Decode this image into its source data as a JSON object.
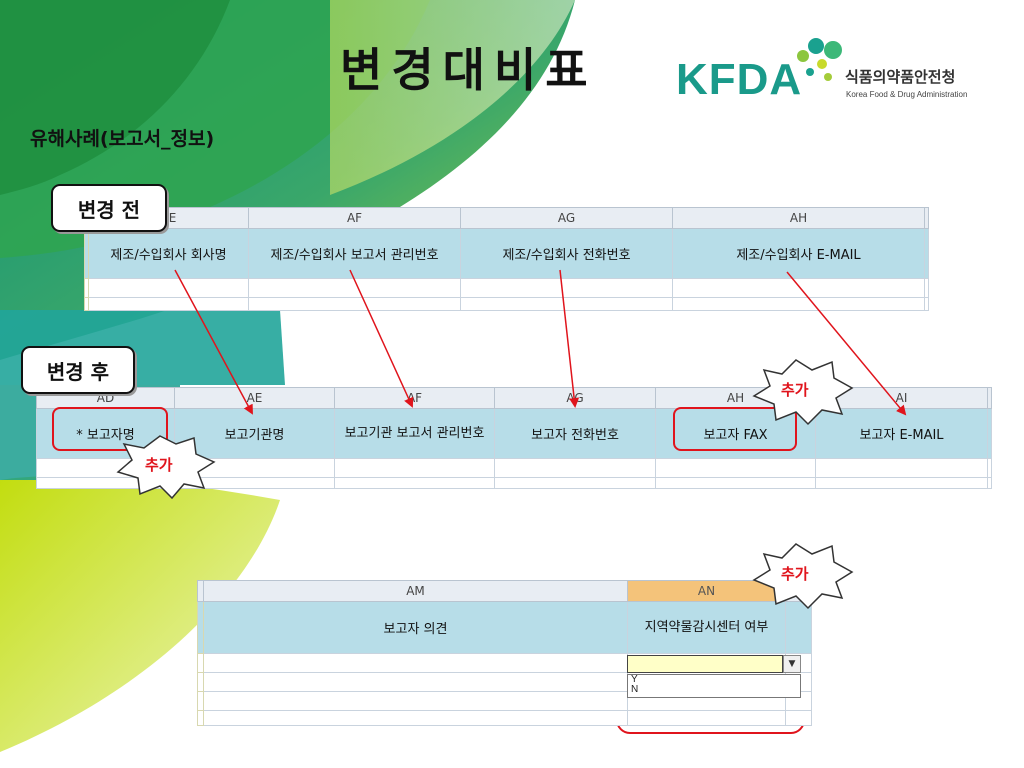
{
  "slide": {
    "title": "변경대비표",
    "subtitle": "유해사례(보고서_정보)"
  },
  "logo": {
    "mark": "KFDA",
    "name_kr": "식품의약품안전청",
    "name_en": "Korea Food & Drug Administration"
  },
  "labels": {
    "before": "변경 전",
    "after": "변경 후"
  },
  "callouts": {
    "added": "추가"
  },
  "before_table": {
    "columns": [
      "AE",
      "AF",
      "AG",
      "AH"
    ],
    "fields": [
      "제조/수입회사 회사명",
      "제조/수입회사 보고서 관리번호",
      "제조/수입회사 전화번호",
      "제조/수입회사 E-MAIL"
    ]
  },
  "after_table": {
    "columns": [
      "AD",
      "AE",
      "AF",
      "AG",
      "AH",
      "AI"
    ],
    "fields": [
      "* 보고자명",
      "보고기관명",
      "보고기관\n보고서 관리번호",
      "보고자 전화번호",
      "보고자 FAX",
      "보고자 E-MAIL"
    ]
  },
  "bottom_table": {
    "columns": [
      "AM",
      "AN"
    ],
    "fields": [
      "보고자 의견",
      "지역약물감시센터\n여부"
    ],
    "dropdown_options": [
      "Y",
      "N"
    ]
  },
  "colors": {
    "accent_red": "#e0141c",
    "header_blue": "#b7dde8",
    "brand_teal": "#1a9a8a",
    "green_light": "#c8e000",
    "green_dark": "#1f8a3c"
  }
}
